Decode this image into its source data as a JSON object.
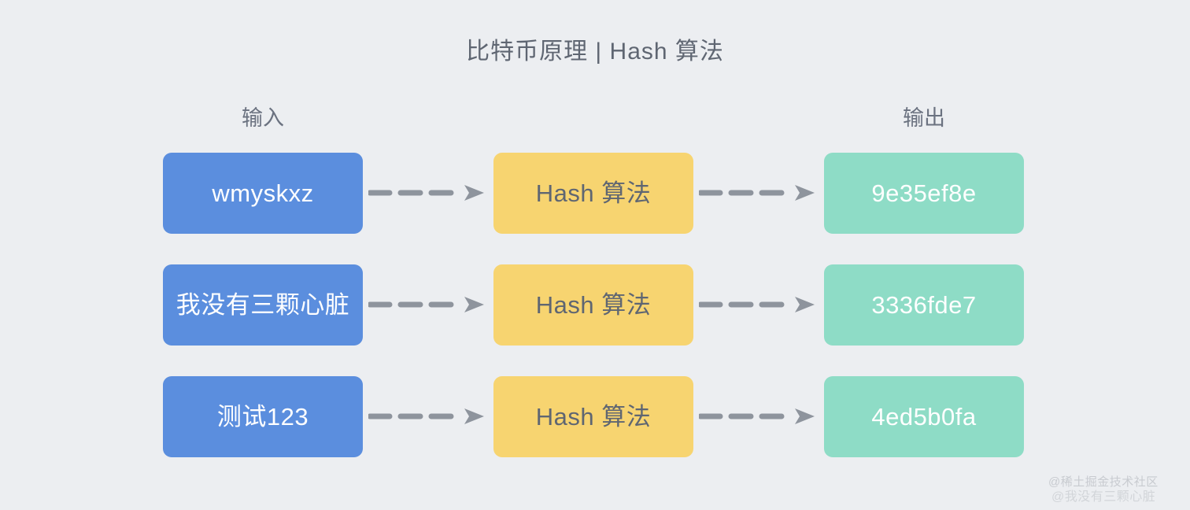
{
  "slide": {
    "title": "比特币原理 | Hash 算法",
    "background_color": "#eceef1"
  },
  "headers": {
    "input": "输入",
    "output": "输出"
  },
  "colors": {
    "input_box": "#5b8ede",
    "process_box": "#f7d470",
    "output_box": "#8edcc6",
    "arrow": "#8e949d",
    "title_text": "#5f6672",
    "header_text": "#6b7280"
  },
  "rows": [
    {
      "input": "wmyskxz",
      "process": "Hash 算法",
      "output": "9e35ef8e"
    },
    {
      "input": "我没有三颗心脏",
      "process": "Hash 算法",
      "output": "3336fde7"
    },
    {
      "input": "测试123",
      "process": "Hash 算法",
      "output": "4ed5b0fa"
    }
  ],
  "watermarks": {
    "primary": "@稀土掘金技术社区",
    "secondary": "@我没有三颗心脏"
  }
}
